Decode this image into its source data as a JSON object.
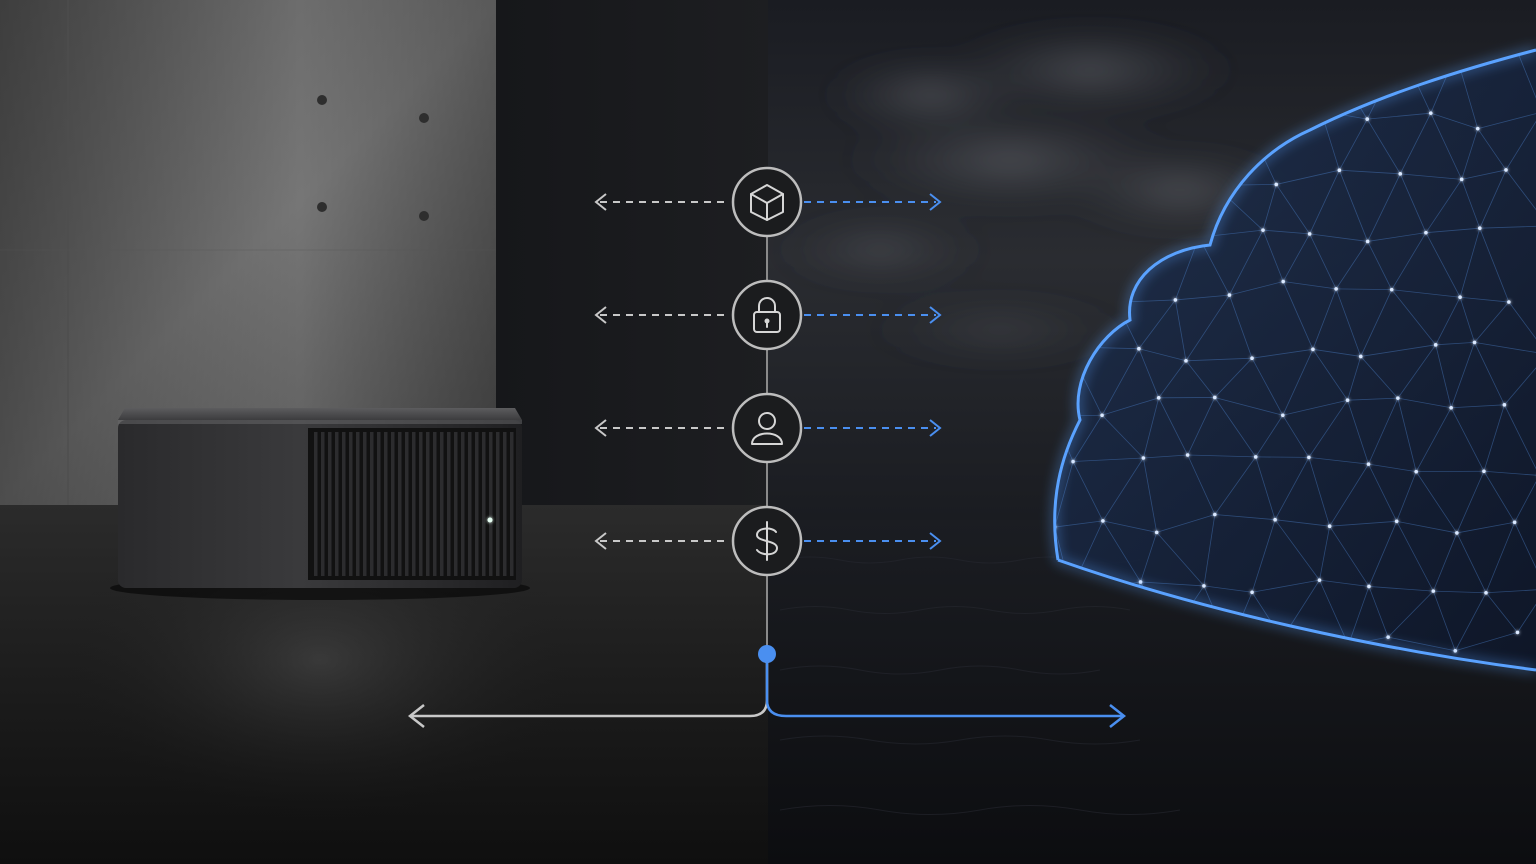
{
  "scene": {
    "left_label": "",
    "right_label": ""
  },
  "flow_nodes": [
    {
      "id": "package",
      "icon": "cube-icon"
    },
    {
      "id": "security",
      "icon": "lock-icon"
    },
    {
      "id": "identity",
      "icon": "user-icon"
    },
    {
      "id": "cost",
      "icon": "dollar-icon"
    }
  ],
  "colors": {
    "on_prem": "#c8c8c8",
    "cloud": "#4a8ff0",
    "node_fill": "#1b1c1e",
    "node_stroke": "#bdbdbd",
    "background_dark": "#111214",
    "concrete": "#6e6e6e"
  }
}
